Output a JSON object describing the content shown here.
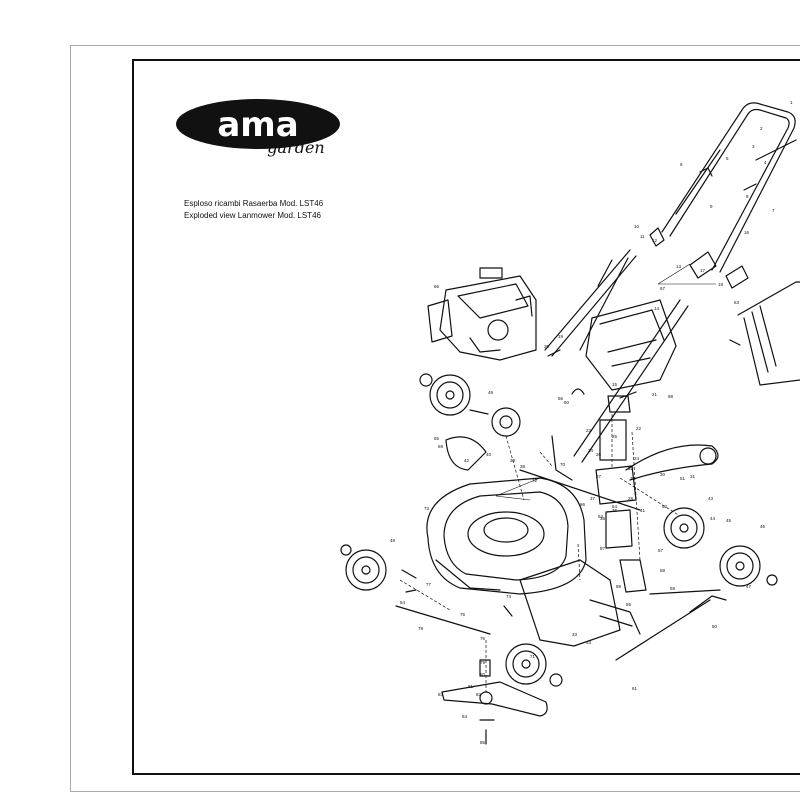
{
  "logo": {
    "brand": "ama",
    "tagline": "garden"
  },
  "captions": {
    "italian": "Esploso ricambi Rasaerba Mod. LST46",
    "english": "Exploded view Lanmower Mod. LST46"
  },
  "colors": {
    "ink": "#111111",
    "page_border": "#a8a8a8"
  },
  "part_numbers": [
    "1",
    "2",
    "3",
    "4",
    "5",
    "6",
    "7",
    "8",
    "9",
    "10",
    "11",
    "12",
    "13",
    "14",
    "15",
    "16",
    "17",
    "18",
    "19",
    "20",
    "21",
    "22",
    "23",
    "24",
    "25",
    "26",
    "27",
    "28",
    "29",
    "30",
    "31",
    "32",
    "33",
    "34",
    "35",
    "36",
    "37",
    "38",
    "39",
    "40",
    "41",
    "42",
    "43",
    "44",
    "45",
    "46",
    "47",
    "48",
    "49",
    "50",
    "51",
    "52",
    "53",
    "54",
    "55",
    "56",
    "57",
    "58",
    "59",
    "60",
    "61",
    "62",
    "63",
    "64",
    "65",
    "66",
    "67",
    "68",
    "69",
    "70",
    "71",
    "72",
    "73",
    "74",
    "75",
    "76",
    "77",
    "78",
    "79",
    "80",
    "81",
    "82",
    "83",
    "84",
    "85",
    "86",
    "87",
    "88"
  ]
}
